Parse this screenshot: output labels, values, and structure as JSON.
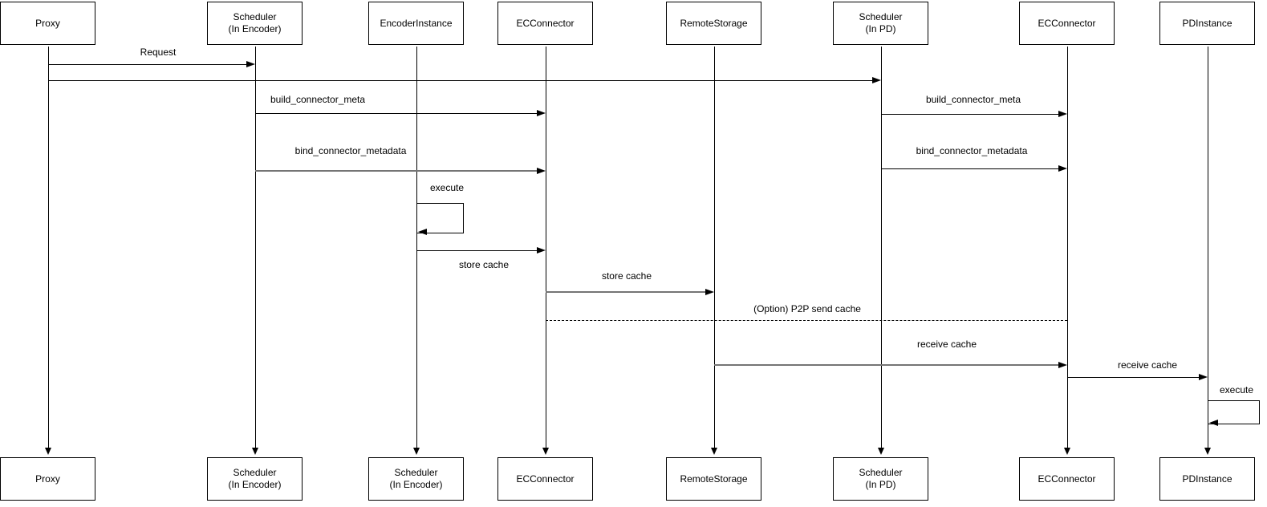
{
  "diagram_type": "uml-sequence-diagram",
  "colors": {
    "background": "#ffffff",
    "line_black": "#000000",
    "line_gray": "#757575"
  },
  "actors_top": [
    {
      "label": "Proxy"
    },
    {
      "label": "Scheduler\n(In Encoder)"
    },
    {
      "label": "EncoderInstance"
    },
    {
      "label": "ECConnector"
    },
    {
      "label": "RemoteStorage"
    },
    {
      "label": "Scheduler\n(In PD)"
    },
    {
      "label": "ECConnector"
    },
    {
      "label": "PDInstance"
    }
  ],
  "actors_bottom": [
    {
      "label": "Proxy"
    },
    {
      "label": "Scheduler\n(In Encoder)"
    },
    {
      "label": "Scheduler\n(In Encoder)"
    },
    {
      "label": "ECConnector"
    },
    {
      "label": "RemoteStorage"
    },
    {
      "label": "Scheduler\n(In PD)"
    },
    {
      "label": "ECConnector"
    },
    {
      "label": "PDInstance"
    }
  ],
  "messages": [
    {
      "label": "Request",
      "from": "Proxy",
      "to": "Scheduler (In Encoder)",
      "line": "solid-black"
    },
    {
      "label": "",
      "from": "Proxy",
      "to": "Scheduler (In PD)",
      "line": "solid-black"
    },
    {
      "label": "build_connector_meta",
      "from": "Scheduler (In Encoder)",
      "to": "ECConnector",
      "line": "solid-black"
    },
    {
      "label": "build_connector_meta",
      "from": "Scheduler (In PD)",
      "to": "ECConnector",
      "line": "solid-black"
    },
    {
      "label": "bind_connector_metadata",
      "from": "Scheduler (In Encoder)",
      "to": "ECConnector",
      "line": "solid-gray"
    },
    {
      "label": "bind_connector_metadata",
      "from": "Scheduler (In PD)",
      "to": "ECConnector",
      "line": "solid-black"
    },
    {
      "label": "execute",
      "from": "EncoderInstance",
      "to": "EncoderInstance",
      "line": "self-loop"
    },
    {
      "label": "store cache",
      "from": "EncoderInstance",
      "to": "ECConnector",
      "line": "solid-black"
    },
    {
      "label": "store cache",
      "from": "ECConnector",
      "to": "RemoteStorage",
      "line": "solid-gray"
    },
    {
      "label": "(Option) P2P send cache",
      "from": "ECConnector",
      "to": "ECConnector (PD side)",
      "line": "dashed-black"
    },
    {
      "label": "receive cache",
      "from": "RemoteStorage",
      "to": "ECConnector (PD side)",
      "line": "solid-gray"
    },
    {
      "label": "receive cache",
      "from": "ECConnector (PD side)",
      "to": "PDInstance",
      "line": "solid-black"
    },
    {
      "label": "execute",
      "from": "PDInstance",
      "to": "PDInstance",
      "line": "self-loop"
    }
  ]
}
